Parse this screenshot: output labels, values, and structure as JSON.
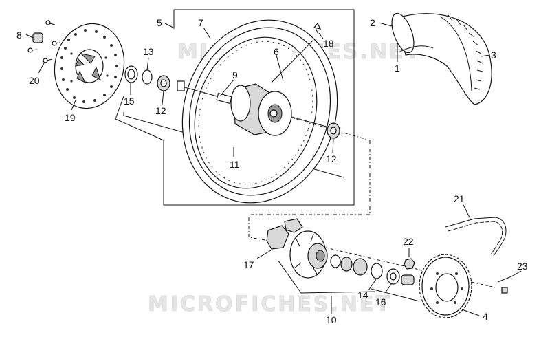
{
  "watermark": "MICROFICHES.NET",
  "callouts": {
    "c1": "1",
    "c2": "2",
    "c3": "3",
    "c4": "4",
    "c5": "5",
    "c6": "6",
    "c7": "7",
    "c8": "8",
    "c9": "9",
    "c10": "10",
    "c11": "11",
    "c12a": "12",
    "c12b": "12",
    "c13": "13",
    "c14": "14",
    "c15": "15",
    "c16": "16",
    "c17": "17",
    "c18": "18",
    "c19": "19",
    "c20": "20",
    "c21": "21",
    "c22": "22",
    "c23": "23"
  }
}
